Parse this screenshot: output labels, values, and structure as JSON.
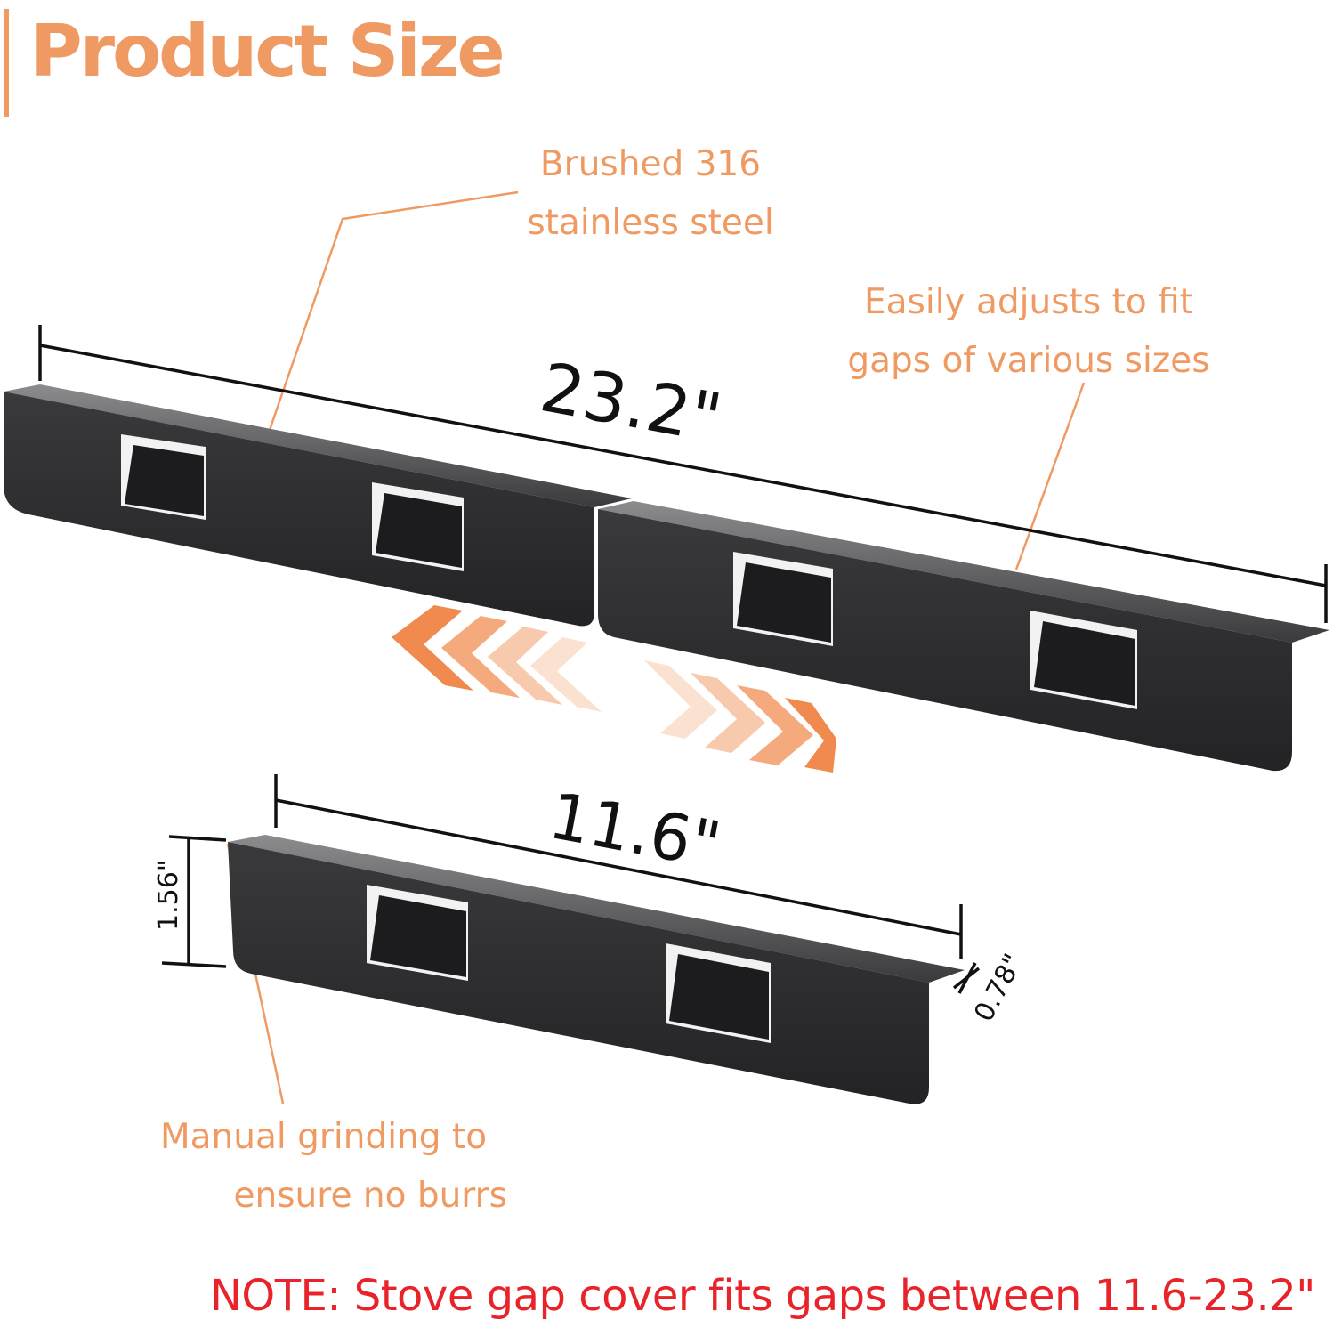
{
  "title": "Product Size",
  "callouts": {
    "material": [
      "Brushed 316",
      "stainless steel"
    ],
    "adjust": [
      "Easily adjusts to fit",
      "gaps of various sizes"
    ],
    "grinding": [
      "Manual grinding to",
      "ensure no burrs"
    ]
  },
  "dimensions": {
    "full_length": "23.2\"",
    "half_length": "11.6\"",
    "height": "1.56\"",
    "lip": "0.78\""
  },
  "note": "NOTE: Stove gap cover fits gaps between 11.6-23.2\"",
  "colors": {
    "accent": "#f09a63",
    "note": "#e8232a",
    "panel": "#2b2b2d",
    "dimension_line": "#111111"
  },
  "icons": {
    "arrows_left": "chevrons-left-icon",
    "arrows_right": "chevrons-right-icon"
  }
}
